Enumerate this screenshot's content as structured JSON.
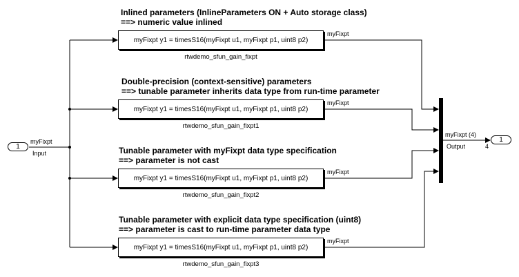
{
  "inport": {
    "number": "1",
    "name": "Input",
    "signal": "myFixpt"
  },
  "outport": {
    "number": "1",
    "name": "Output",
    "signal": "myFixpt (4)",
    "width": "4"
  },
  "branches": [
    {
      "heading1": "Inlined parameters (InlineParameters ON + Auto storage class)",
      "heading2": "==> numeric value inlined",
      "block_text": "myFixpt y1 = timesS16(myFixpt u1, myFixpt p1, uint8 p2)",
      "block_name": "rtwdemo_sfun_gain_fixpt",
      "out_signal": "myFixpt"
    },
    {
      "heading1": "Double-precision (context-sensitive) parameters",
      "heading2": "==> tunable parameter inherits data type from run-time parameter",
      "block_text": "myFixpt y1 = timesS16(myFixpt u1, myFixpt p1, uint8 p2)",
      "block_name": "rtwdemo_sfun_gain_fixpt1",
      "out_signal": "myFixpt"
    },
    {
      "heading1": "Tunable parameter with myFixpt data type specification",
      "heading2": "==> parameter is not cast",
      "block_text": "myFixpt y1 = timesS16(myFixpt u1, myFixpt p1, uint8 p2)",
      "block_name": "rtwdemo_sfun_gain_fixpt2",
      "out_signal": "myFixpt"
    },
    {
      "heading1": "Tunable parameter with explicit data type specification (uint8)",
      "heading2": "==> parameter is cast to run-time parameter data type",
      "block_text": "myFixpt y1 = timesS16(myFixpt u1, myFixpt p1, uint8 p2)",
      "block_name": "rtwdemo_sfun_gain_fixpt3",
      "out_signal": "myFixpt"
    }
  ]
}
